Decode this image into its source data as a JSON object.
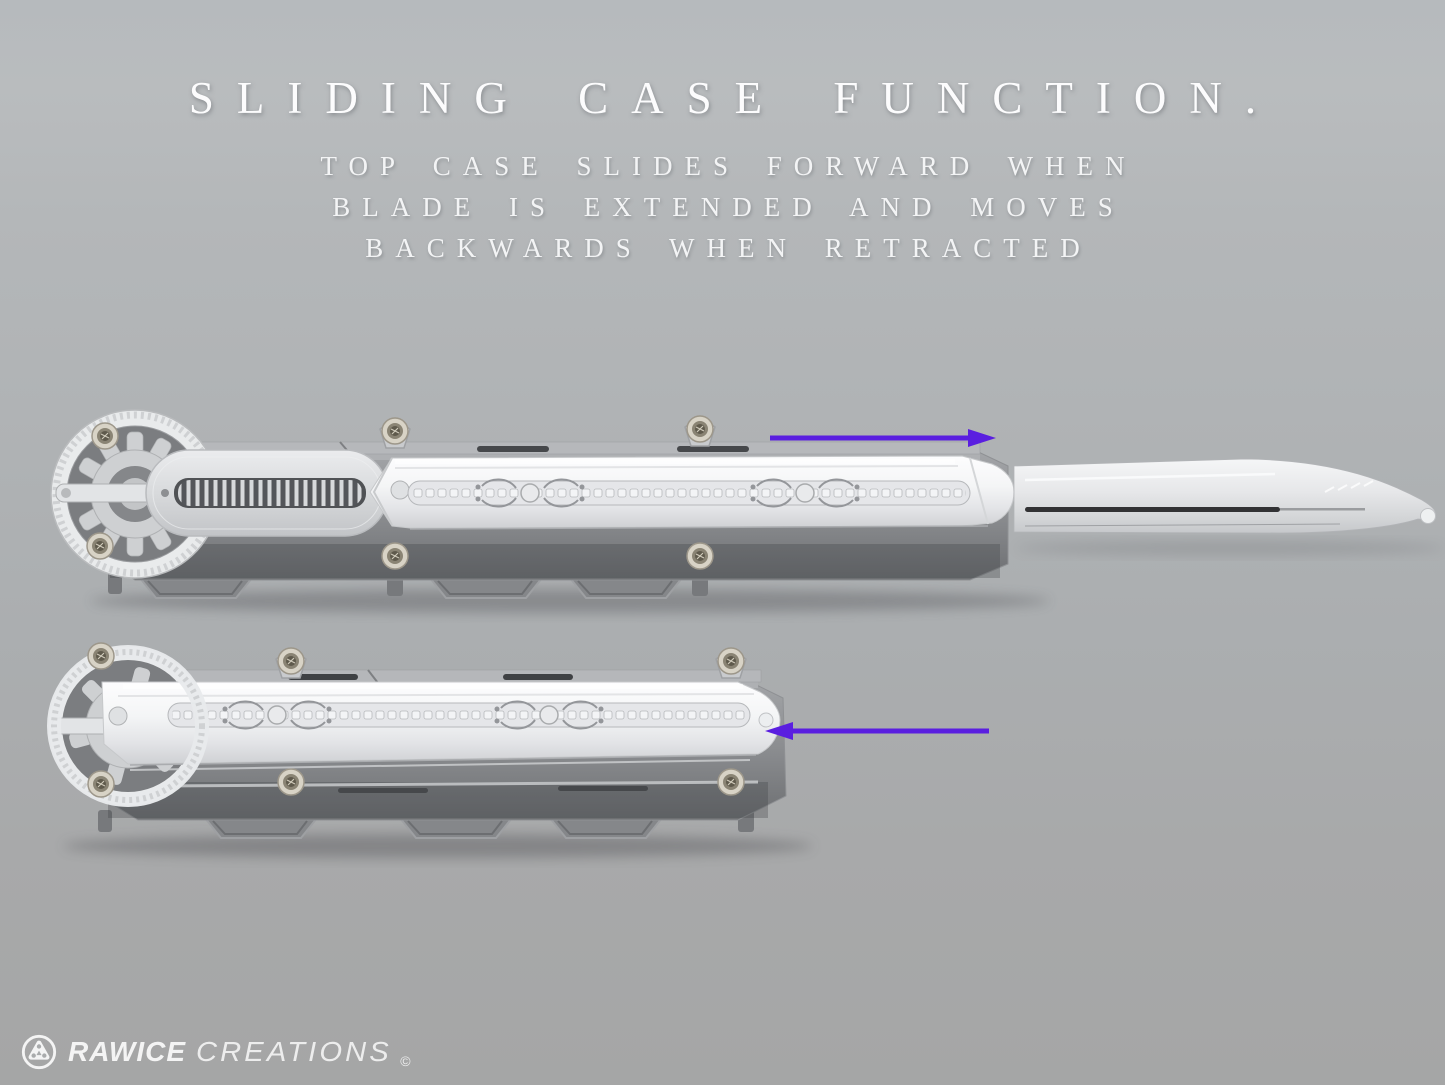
{
  "palette": {
    "background_top": "#b7bbbe",
    "background_bottom": "#a5a6a7",
    "arrow_purple": "#5a1ee0",
    "device_white_case": "#f4f5f7",
    "device_silver": "#d9dbdd",
    "device_dark_gray": "#77797c",
    "text_white": "#fcfcfd"
  },
  "header": {
    "title": "SLIDING CASE FUNCTION.",
    "subtitle_lines": [
      "TOP CASE SLIDES FORWARD WHEN",
      "BLADE IS EXTENDED AND MOVES",
      "BACKWARDS WHEN RETRACTED"
    ]
  },
  "figures": {
    "extended": {
      "state": "blade extended, top case slid forward",
      "arrow_direction": "right",
      "arrow_color": "#5a1ee0"
    },
    "retracted": {
      "state": "blade retracted, top case slid backwards",
      "arrow_direction": "left",
      "arrow_color": "#5a1ee0"
    }
  },
  "footer": {
    "brand": "RAWICE",
    "suffix": "CREATIONS",
    "copyright": "©"
  }
}
